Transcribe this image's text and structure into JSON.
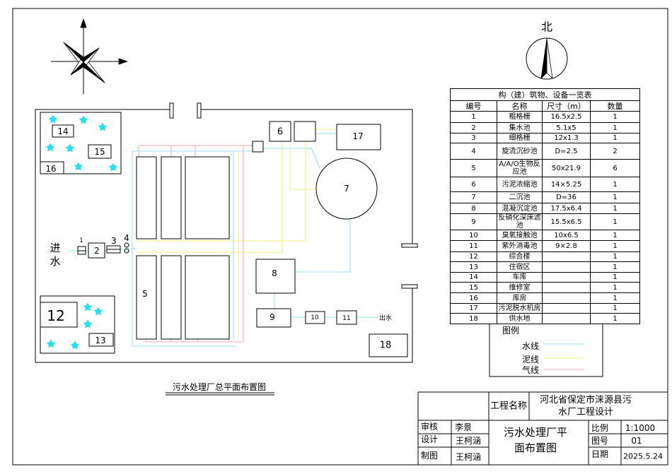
{
  "drawing": {
    "title": "污水处理厂总平面布置图",
    "north_label": "北"
  },
  "plan": {
    "inlet_label": "进水",
    "outlet_label": "出水",
    "building_numbers": {
      "b1": "1",
      "b2": "2",
      "b3": "3",
      "b4": "4",
      "b5": "5",
      "b6": "6",
      "b7": "7",
      "b8": "8",
      "b9": "9",
      "b10": "10",
      "b11": "11",
      "b12": "12",
      "b13": "13",
      "b14": "14",
      "b15": "15",
      "b16": "16",
      "b17": "17",
      "b18": "18"
    }
  },
  "table": {
    "title": "构（建）筑物、设备一览表",
    "headers": [
      "编号",
      "名称",
      "尺寸（m）",
      "数量"
    ],
    "rows": [
      {
        "id": "1",
        "name": "粗格栅",
        "size": "16.5x2.5",
        "qty": "1"
      },
      {
        "id": "2",
        "name": "集水池",
        "size": "5.1x5",
        "qty": "1"
      },
      {
        "id": "3",
        "name": "细格栅",
        "size": "12x1.3",
        "qty": "1"
      },
      {
        "id": "4",
        "name": "旋流沉砂池",
        "size": "D=2.5",
        "qty": "2"
      },
      {
        "id": "5",
        "name": "A/A/O生物反应池",
        "size": "50x21.9",
        "qty": "6"
      },
      {
        "id": "6",
        "name": "污泥浓缩池",
        "size": "14×5.25",
        "qty": "1"
      },
      {
        "id": "7",
        "name": "二沉池",
        "size": "D=36",
        "qty": "1"
      },
      {
        "id": "8",
        "name": "混凝沉淀池",
        "size": "17.5x6.4",
        "qty": "1"
      },
      {
        "id": "9",
        "name": "反硝化深床滤池",
        "size": "15.5x6.5",
        "qty": "1"
      },
      {
        "id": "10",
        "name": "臭氧接触池",
        "size": "10x6.5",
        "qty": "1"
      },
      {
        "id": "11",
        "name": "紫外消毒池",
        "size": "9×2.8",
        "qty": "1"
      },
      {
        "id": "12",
        "name": "综合楼",
        "size": "",
        "qty": "1"
      },
      {
        "id": "13",
        "name": "住宿区",
        "size": "",
        "qty": "1"
      },
      {
        "id": "14",
        "name": "车库",
        "size": "",
        "qty": "1"
      },
      {
        "id": "15",
        "name": "维修室",
        "size": "",
        "qty": "1"
      },
      {
        "id": "16",
        "name": "库房",
        "size": "",
        "qty": "1"
      },
      {
        "id": "17",
        "name": "污泥脱水机房",
        "size": "",
        "qty": "1"
      },
      {
        "id": "18",
        "name": "供水地",
        "size": "",
        "qty": "1"
      }
    ]
  },
  "legend": {
    "title": "图例",
    "items": [
      {
        "label": "水线",
        "color": "#8fe1ef"
      },
      {
        "label": "泥线",
        "color": "#f3ee7e"
      },
      {
        "label": "气线",
        "color": "#f4a7b7"
      }
    ]
  },
  "title_block": {
    "project_name_label": "工程名称",
    "project_name": "河北省保定市涞源县污水厂工程设计",
    "drawing_name": "污水处理厂平面布置图",
    "reviewer_label": "审核",
    "reviewer": "李景",
    "designer_label": "设计",
    "designer": "王柯涵",
    "drafter_label": "制图",
    "drafter": "王柯涵",
    "scale_label": "比例",
    "scale": "1:1000",
    "sheet_no_label": "图号",
    "sheet_no": "01",
    "date_label": "日期",
    "date": "2025.5.24"
  },
  "colors": {
    "tree": "#1ee3ee"
  }
}
